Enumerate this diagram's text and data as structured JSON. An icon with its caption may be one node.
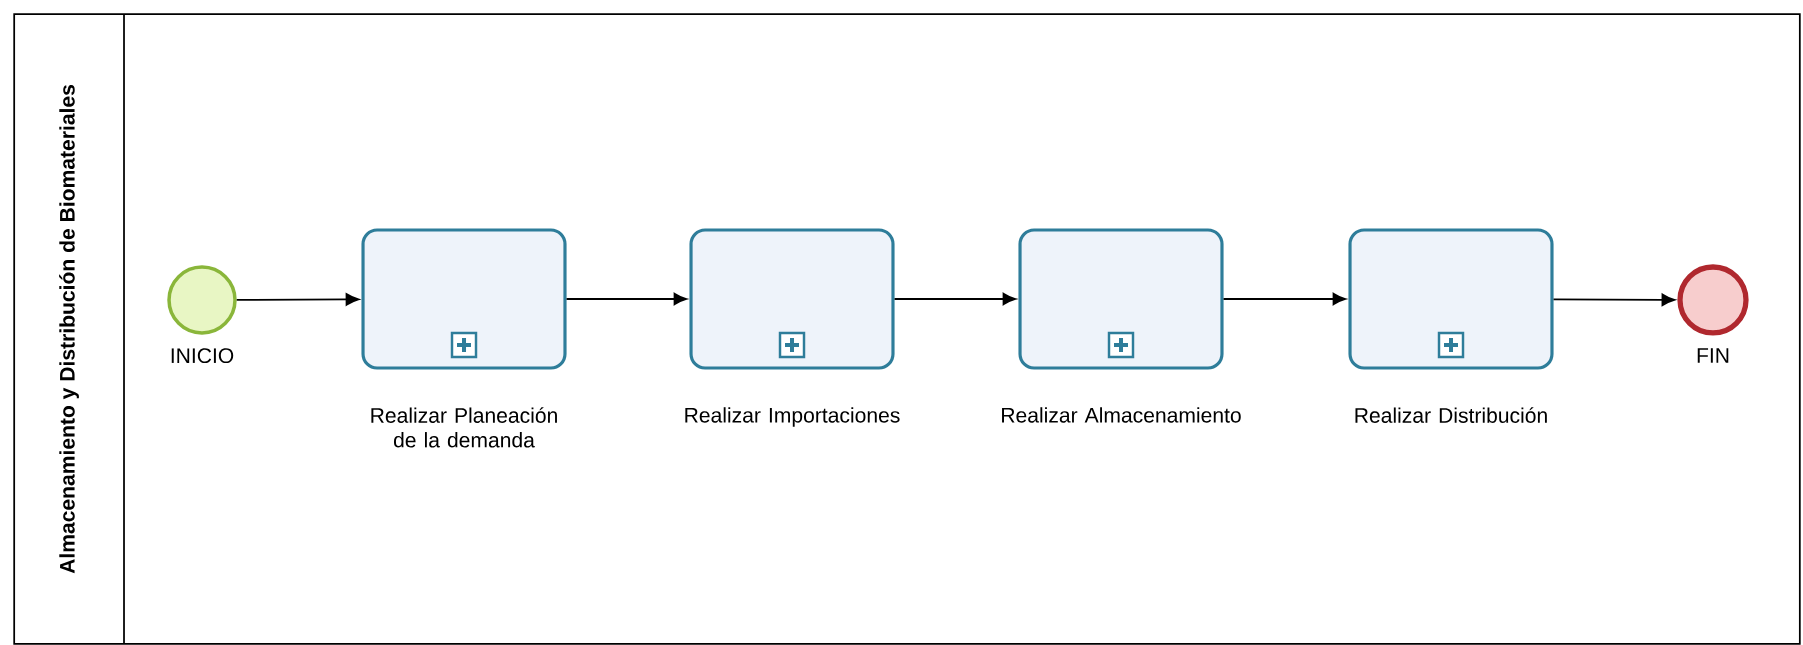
{
  "diagram": {
    "nodes": [
      {
        "text": [
          "Almacenamiento y Distribución de Biomateriales"
        ]
      },
      {
        "text": [
          "INICIO"
        ],
        "in": 0
      },
      {
        "text": [
          "Realizar Planeación de la demanda"
        ],
        "in": 0
      },
      {
        "text": [
          "Realizar Importaciones"
        ],
        "in": 0
      },
      {
        "text": [
          "Realizar Almacenamiento"
        ],
        "in": 0
      },
      {
        "text": [
          "Realizar Distribución"
        ],
        "in": 0
      },
      {
        "text": [
          "FIN"
        ],
        "in": 0
      }
    ],
    "edges": [
      {
        "from": 1,
        "to": 2,
        "arrow": "to"
      },
      {
        "from": 2,
        "to": 3,
        "arrow": "to"
      },
      {
        "from": 3,
        "to": 4,
        "arrow": "to"
      },
      {
        "from": 4,
        "to": 5,
        "arrow": "to"
      },
      {
        "from": 5,
        "to": 6,
        "arrow": "to"
      }
    ]
  }
}
